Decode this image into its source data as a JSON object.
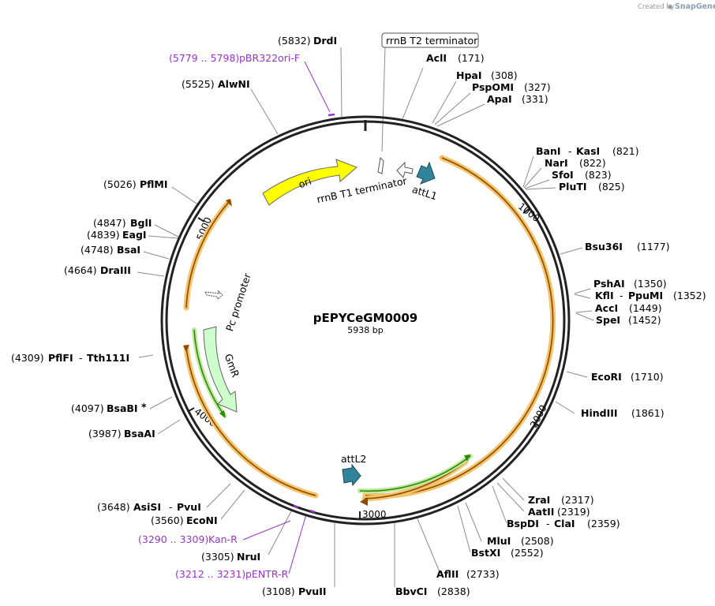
{
  "credit": {
    "prefix": "Created by",
    "brand": "SnapGene"
  },
  "plasmid": {
    "name": "pEPYCeGM0009",
    "size_text": "5938 bp",
    "length": 5938
  },
  "ticks": [
    "1000",
    "2000",
    "3000",
    "4000",
    "5000"
  ],
  "features": [
    {
      "id": "ori",
      "label": "ori",
      "color": "#ffff00"
    },
    {
      "id": "rrnb-t1",
      "label": "rrnB T1 terminator",
      "color": "#ffffff"
    },
    {
      "id": "rrnb-t2",
      "label": "rrnB T2 terminator",
      "color": "#ffffff"
    },
    {
      "id": "attl1",
      "label": "attL1",
      "color": "#31849b"
    },
    {
      "id": "attl2",
      "label": "attL2",
      "color": "#31849b"
    },
    {
      "id": "pc-promoter",
      "label": "Pc promoter",
      "color": "#ffffff"
    },
    {
      "id": "gmr",
      "label": "GmR",
      "color": "#ccffcc"
    }
  ],
  "sites": [
    {
      "name": "DrdI",
      "pos": "(5832)"
    },
    {
      "name": "AclI",
      "pos": "(171)"
    },
    {
      "name": "HpaI",
      "pos": "(308)"
    },
    {
      "name": "PspOMI",
      "pos": "(327)"
    },
    {
      "name": "ApaI",
      "pos": "(331)"
    },
    {
      "name": "AlwNI",
      "pos": "(5525)"
    },
    {
      "name": "BanI",
      "name2": "KasI",
      "pos": "(821)"
    },
    {
      "name": "NarI",
      "pos": "(822)"
    },
    {
      "name": "SfoI",
      "pos": "(823)"
    },
    {
      "name": "PluTI",
      "pos": "(825)"
    },
    {
      "name": "PflMI",
      "pos": "(5026)"
    },
    {
      "name": "BglI",
      "pos": "(4847)"
    },
    {
      "name": "EagI",
      "pos": "(4839)"
    },
    {
      "name": "BsaI",
      "pos": "(4748)"
    },
    {
      "name": "Bsu36I",
      "pos": "(1177)"
    },
    {
      "name": "DraIII",
      "pos": "(4664)"
    },
    {
      "name": "PshAI",
      "pos": "(1350)"
    },
    {
      "name": "KflI",
      "name2": "PpuMI",
      "pos": "(1352)"
    },
    {
      "name": "AccI",
      "pos": "(1449)"
    },
    {
      "name": "SpeI",
      "pos": "(1452)"
    },
    {
      "name": "PflFI",
      "name2": "Tth111I",
      "pos": "(4309)"
    },
    {
      "name": "EcoRI",
      "pos": "(1710)"
    },
    {
      "name": "BsaBI",
      "suffix": "*",
      "pos": "(4097)"
    },
    {
      "name": "HindIII",
      "pos": "(1861)"
    },
    {
      "name": "BsaAI",
      "pos": "(3987)"
    },
    {
      "name": "ZraI",
      "pos": "(2317)"
    },
    {
      "name": "AsiSI",
      "name2": "PvuI",
      "pos": "(3648)"
    },
    {
      "name": "AatII",
      "pos": "(2319)"
    },
    {
      "name": "EcoNI",
      "pos": "(3560)"
    },
    {
      "name": "BspDI",
      "name2": "ClaI",
      "pos": "(2359)"
    },
    {
      "name": "MluI",
      "pos": "(2508)"
    },
    {
      "name": "NruI",
      "pos": "(3305)"
    },
    {
      "name": "BstXI",
      "pos": "(2552)"
    },
    {
      "name": "AflII",
      "pos": "(2733)"
    },
    {
      "name": "PvuII",
      "pos": "(3108)"
    },
    {
      "name": "BbvCI",
      "pos": "(2838)"
    }
  ],
  "primers": [
    {
      "name": "pBR322ori-F",
      "pos": "(5779 .. 5798)"
    },
    {
      "name": "Kan-R",
      "pos": "(3290 .. 3309)"
    },
    {
      "name": "pENTR-R",
      "pos": "(3212 .. 3231)"
    }
  ],
  "colors": {
    "backbone": "#222222",
    "primer": "#9933cc",
    "orf_outline": "#8b4a00",
    "orf_glow": "#f5c46a",
    "green_line": "#2e8b00",
    "green_glow": "#bfe8a0",
    "leader": "#8c8c8c"
  }
}
